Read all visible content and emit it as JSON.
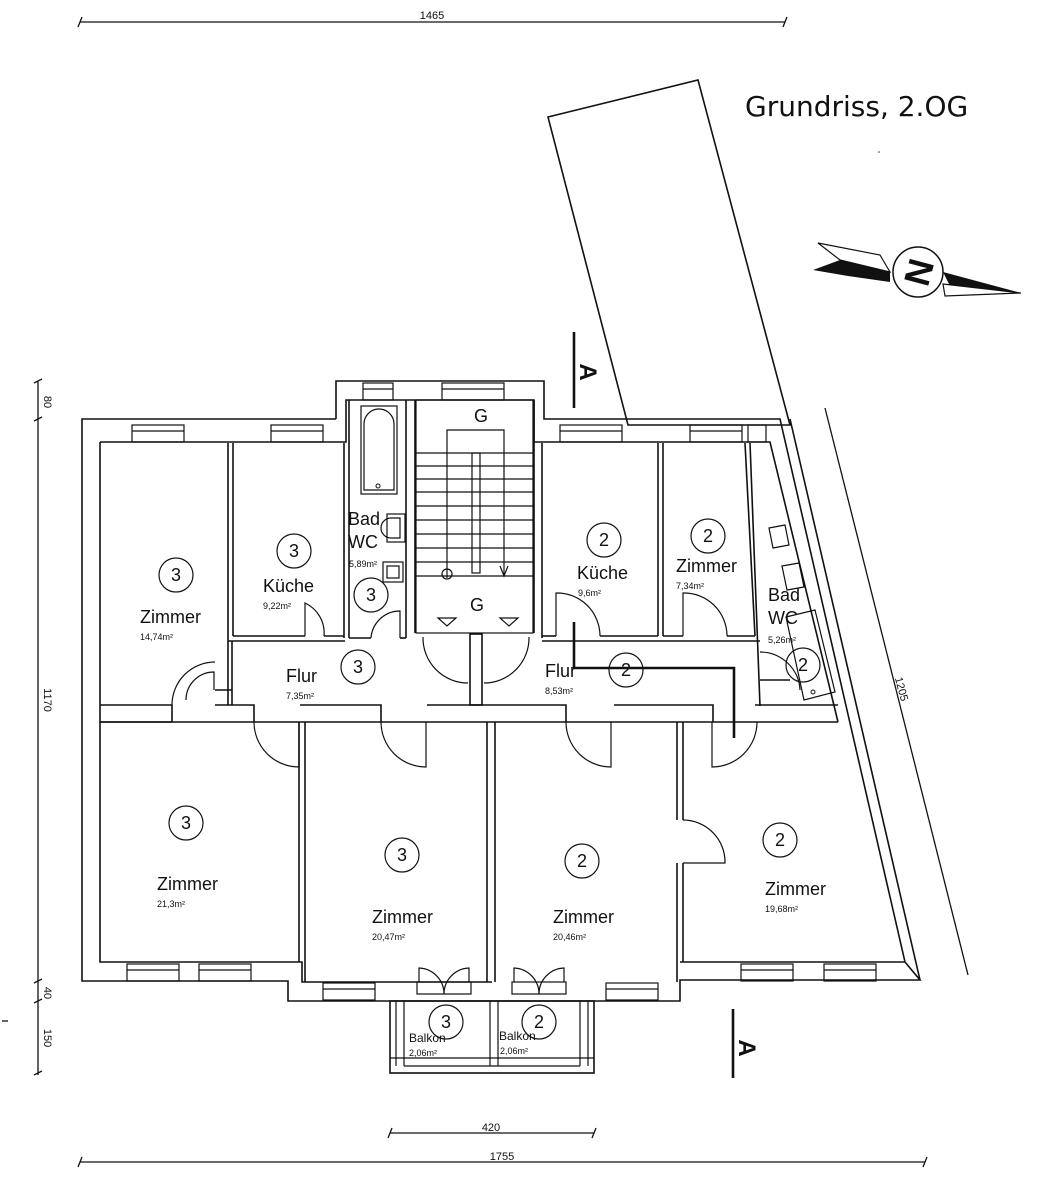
{
  "title": "Grundriss, 2.OG",
  "compass": {
    "label": "N"
  },
  "section_marker": {
    "label": "A"
  },
  "stairwell": {
    "label": "G"
  },
  "dimensions": {
    "top_width": "1465",
    "bottom_total": "1755",
    "bottom_balcony": "420",
    "left_top": "80",
    "left_main": "1170",
    "left_40": "40",
    "left_150": "150",
    "right_diagonal": "1205"
  },
  "rooms": [
    {
      "id": "zimmer-3a",
      "unit": "3",
      "name": "Zimmer",
      "area": "14,74m²"
    },
    {
      "id": "kueche-3",
      "unit": "3",
      "name": "Küche",
      "area": "9,22m²"
    },
    {
      "id": "bad-3",
      "unit": "3",
      "name": "Bad\nWC",
      "name_line1": "Bad",
      "name_line2": "WC",
      "area": "5,89m²"
    },
    {
      "id": "flur-3",
      "unit": "3",
      "name": "Flur",
      "area": "7,35m²"
    },
    {
      "id": "zimmer-3b",
      "unit": "3",
      "name": "Zimmer",
      "area": "21,3m²"
    },
    {
      "id": "zimmer-3c",
      "unit": "3",
      "name": "Zimmer",
      "area": "20,47m²"
    },
    {
      "id": "balkon-3",
      "unit": "3",
      "name": "Balkon",
      "area": "2,06m²"
    },
    {
      "id": "kueche-2",
      "unit": "2",
      "name": "Küche",
      "area": "9,6m²"
    },
    {
      "id": "zimmer-2a",
      "unit": "2",
      "name": "Zimmer",
      "area": "7,34m²"
    },
    {
      "id": "bad-2",
      "unit": "2",
      "name_line1": "Bad",
      "name_line2": "WC",
      "area": "5,26m²"
    },
    {
      "id": "flur-2",
      "unit": "2",
      "name": "Flur",
      "area": "8,53m²"
    },
    {
      "id": "zimmer-2b",
      "unit": "2",
      "name": "Zimmer",
      "area": "20,46m²"
    },
    {
      "id": "zimmer-2c",
      "unit": "2",
      "name": "Zimmer",
      "area": "19,68m²"
    },
    {
      "id": "balkon-2",
      "unit": "2",
      "name": "Balkon",
      "area": "2,06m²"
    }
  ]
}
